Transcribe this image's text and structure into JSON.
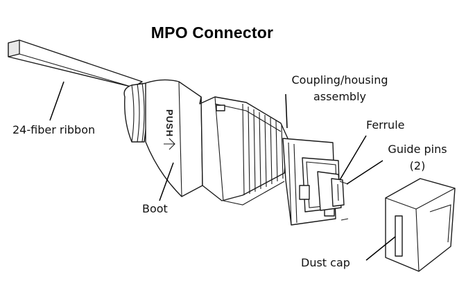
{
  "title": "MPO Connector",
  "labels": {
    "ribbon": "24-fiber ribbon",
    "boot": "Boot",
    "coupling_line1": "Coupling/housing",
    "coupling_line2": "assembly",
    "ferrule": "Ferrule",
    "guide_pins_line1": "Guide pins",
    "guide_pins_line2": "(2)",
    "dust_cap": "Dust cap",
    "push": "PUSH"
  }
}
